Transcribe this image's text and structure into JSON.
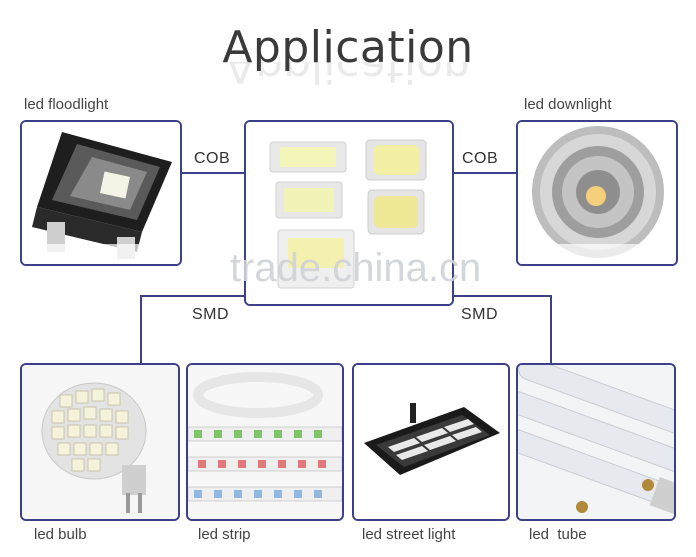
{
  "title": "Application",
  "watermark": "trade.china.cn",
  "connectors": {
    "cob_left": "COB",
    "cob_right": "COB",
    "smd_left": "SMD",
    "smd_right": "SMD"
  },
  "products": {
    "floodlight": "led floodlight",
    "downlight": "led downlight",
    "bulb": "led bulb",
    "strip": "led strip",
    "street_light": "led street light",
    "tube": "led  tube"
  },
  "colors": {
    "frame": "#3c3f8a",
    "text": "#444444"
  }
}
